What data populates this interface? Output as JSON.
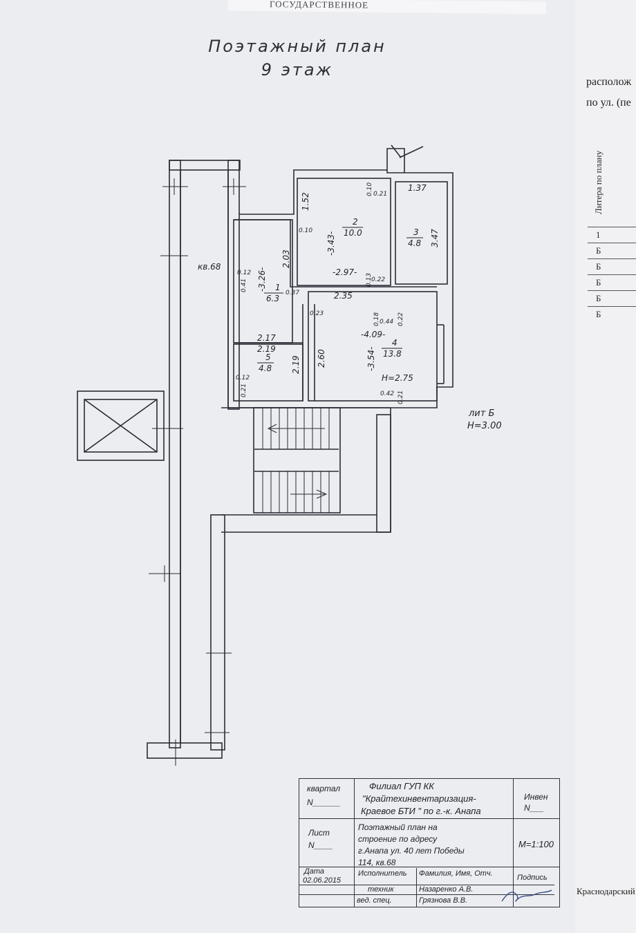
{
  "top_strip_text": "ГОСУДАРСТВЕННОЕ",
  "plan": {
    "title_line1": "Поэтажный план",
    "title_line2": "9 этаж",
    "apartment_label": "кв.68",
    "litera": "лит Б",
    "height_total": "H=3.00",
    "rooms": [
      {
        "number": "1",
        "area": "6.3"
      },
      {
        "number": "2",
        "area": "10.0"
      },
      {
        "number": "3",
        "area": "4.8"
      },
      {
        "number": "4",
        "area": "13.8"
      },
      {
        "number": "5",
        "area": "4.8"
      }
    ],
    "room_height": "H=2.75",
    "dimensions": {
      "d152": "1.52",
      "d010a": "0.10",
      "d021a": "0.21",
      "d010b": "0.10",
      "d343": "-3.43-",
      "d137": "1.37",
      "d347": "3.47",
      "d203": "2.03",
      "d326": "-3.26-",
      "d012a": "0.12",
      "d041": "0.41",
      "d037": "0.37",
      "d297": "-2.97-",
      "d013": "0.13",
      "d022a": "0.22",
      "d235": "2.35",
      "d018": "0.18",
      "d044": "0.44",
      "d022b": "0.22",
      "d409": "-4.09-",
      "d023": "0.23",
      "d217": "2.17",
      "d219a": "2.19",
      "d219b": "2.19",
      "d260": "2.60",
      "d354": "-3.54-",
      "d012b": "0.12",
      "d021b": "0.21",
      "d042": "0.42",
      "d021c": "0.21"
    }
  },
  "stamp": {
    "kvartal_label": "квартал",
    "kvartal_n": "N",
    "org_line1": "Филиал ГУП КК",
    "org_line2": "\"Крайтехинвентаризация-",
    "org_line3": "Краевое БТИ \" по г.-к. Анапа",
    "inven_label": "Инвен",
    "inven_n": "N",
    "list_label": "Лист",
    "list_n": "N",
    "desc_line1": "Поэтажный план на",
    "desc_line2": "строение по адресу",
    "desc_line3": "г.Анапа ул. 40 лет Победы",
    "desc_line4": "114, кв.68",
    "scale": "М=1:100",
    "date_label": "Дата",
    "date_value": "02.06.2015",
    "executor_label": "Исполнитель",
    "fio_label": "Фамилия, Имя, Отч.",
    "signature_label": "Подпись",
    "role1": "техник",
    "name1": "Назаренко А.В.",
    "role2": "вед. спец.",
    "name2": "Грязнова В.В."
  },
  "side_sheet": {
    "header1": "располож",
    "header2": "по ул. (пе",
    "column_header": "Литера по плану",
    "rows": [
      "1",
      "Б",
      "Б",
      "Б",
      "Б",
      "Б"
    ],
    "footer": "Краснодарский"
  }
}
